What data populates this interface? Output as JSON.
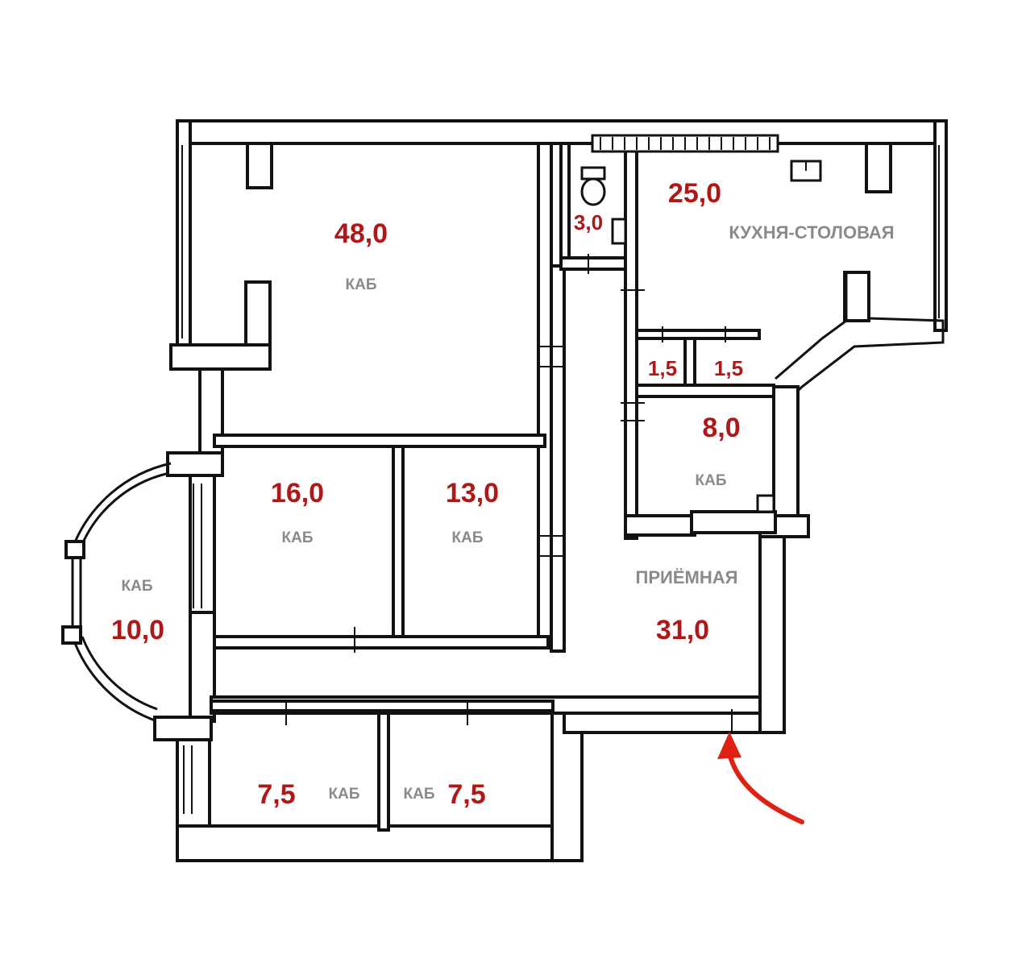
{
  "rooms": {
    "office_48": {
      "area": "48,0",
      "label": "КАБ"
    },
    "wc": {
      "area": "3,0"
    },
    "kitchen": {
      "area": "25,0",
      "label": "КУХНЯ-СТОЛОВАЯ"
    },
    "closet_a": {
      "area": "1,5"
    },
    "closet_b": {
      "area": "1,5"
    },
    "office_8": {
      "area": "8,0",
      "label": "КАБ"
    },
    "office_16": {
      "area": "16,0",
      "label": "КАБ"
    },
    "office_13": {
      "area": "13,0",
      "label": "КАБ"
    },
    "office_10": {
      "area": "10,0",
      "label": "КАБ"
    },
    "reception": {
      "area": "31,0",
      "label": "ПРИЁМНАЯ"
    },
    "office_7a": {
      "area": "7,5",
      "label": "КАБ"
    },
    "office_7b": {
      "area": "7,5",
      "label": "КАБ"
    }
  },
  "colors": {
    "area_text": "#b01818",
    "label_text": "#8a8a8a",
    "wall": "#111111",
    "entrance_arrow": "#e02010"
  },
  "icons": {
    "entrance": "entrance-arrow-icon",
    "toilet": "toilet-icon",
    "sink": "sink-icon",
    "radiator": "radiator-icon"
  }
}
